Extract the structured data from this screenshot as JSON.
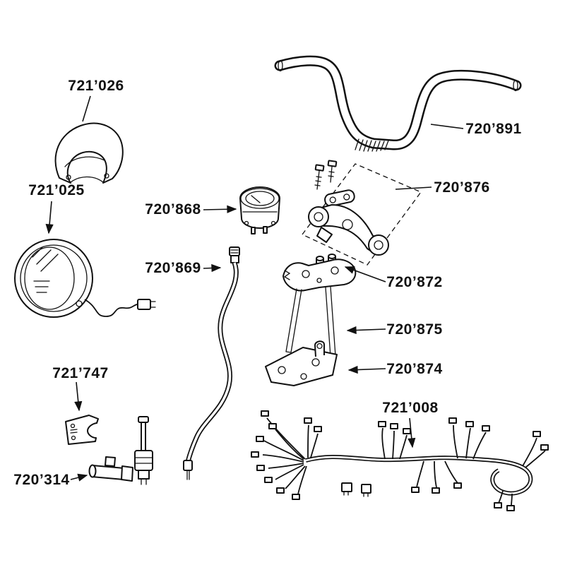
{
  "canvas": {
    "background": "#ffffff",
    "line_color": "#111111"
  },
  "labels": {
    "p721026": "721’026",
    "p721025": "721’025",
    "p720868": "720’868",
    "p720869": "720’869",
    "p720891": "720’891",
    "p720876": "720’876",
    "p720872": "720’872",
    "p720875": "720’875",
    "p720874": "720’874",
    "p721747": "721’747",
    "p720314": "720’314",
    "p721008": "721’008"
  }
}
